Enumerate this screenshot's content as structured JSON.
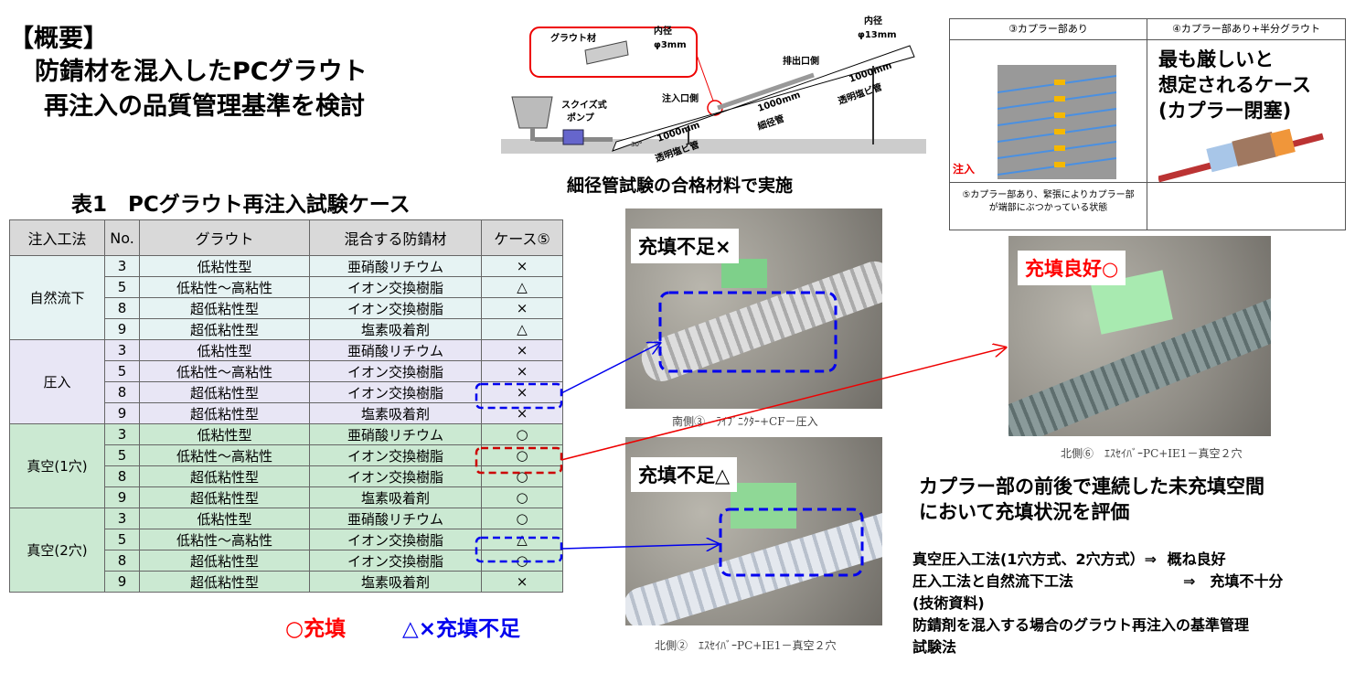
{
  "header": {
    "overview": "【概要】",
    "line1": "防錆材を混入したPCグラウト",
    "line2": "再注入の品質管理基準を検討"
  },
  "table": {
    "title": "表1　PCグラウト再注入試験ケース",
    "columns": [
      "注入工法",
      "No.",
      "グラウト",
      "混合する防錆材",
      "ケース⑤"
    ],
    "groups": [
      {
        "method": "自然流下",
        "rows": [
          [
            "3",
            "低粘性型",
            "亜硝酸リチウム",
            "×"
          ],
          [
            "5",
            "低粘性～高粘性",
            "イオン交換樹脂",
            "△"
          ],
          [
            "8",
            "超低粘性型",
            "イオン交換樹脂",
            "×"
          ],
          [
            "9",
            "超低粘性型",
            "塩素吸着剤",
            "△"
          ]
        ]
      },
      {
        "method": "圧入",
        "rows": [
          [
            "3",
            "低粘性型",
            "亜硝酸リチウム",
            "×"
          ],
          [
            "5",
            "低粘性～高粘性",
            "イオン交換樹脂",
            "×"
          ],
          [
            "8",
            "超低粘性型",
            "イオン交換樹脂",
            "×"
          ],
          [
            "9",
            "超低粘性型",
            "塩素吸着剤",
            "×"
          ]
        ]
      },
      {
        "method": "真空(1穴)",
        "rows": [
          [
            "3",
            "低粘性型",
            "亜硝酸リチウム",
            "○"
          ],
          [
            "5",
            "低粘性～高粘性",
            "イオン交換樹脂",
            "○"
          ],
          [
            "8",
            "超低粘性型",
            "イオン交換樹脂",
            "○"
          ],
          [
            "9",
            "超低粘性型",
            "塩素吸着剤",
            "○"
          ]
        ]
      },
      {
        "method": "真空(2穴)",
        "rows": [
          [
            "3",
            "低粘性型",
            "亜硝酸リチウム",
            "○"
          ],
          [
            "5",
            "低粘性～高粘性",
            "イオン交換樹脂",
            "△"
          ],
          [
            "8",
            "超低粘性型",
            "イオン交換樹脂",
            "○"
          ],
          [
            "9",
            "超低粘性型",
            "塩素吸着剤",
            "×"
          ]
        ]
      }
    ]
  },
  "legend": {
    "filled": "○充填",
    "insufficient": "△×充填不足"
  },
  "diagram": {
    "grout": "グラウト材",
    "inner3": "内径",
    "phi3": "φ3mm",
    "inner13": "内径",
    "phi13": "φ13mm",
    "outlet": "排出口側",
    "inlet": "注入口側",
    "pump1": "スクイズ式",
    "pump2": "ポンプ",
    "len1": "1000mm",
    "len2": "1000mm",
    "len3": "1000mm",
    "clear1": "透明塩ビ管",
    "thin": "細径管",
    "clear2": "透明塩ビ管",
    "angle": "30°",
    "caption": "細径管試験の合格材料で実施"
  },
  "coupler": {
    "h3": "③カプラー部あり",
    "h4": "④カプラー部あり+半分グラウト",
    "inject": "注入",
    "severe": "最も厳しいと\n想定されるケース\n(カプラー閉塞)",
    "c5": "⑤カプラー部あり、緊張によりカプラー部\nが端部にぶつかっている状態"
  },
  "photos": [
    {
      "label": "充填不足×",
      "caption": "南側③　ﾗｲﾌﾞﾆｸﾀｰ+CF－圧入"
    },
    {
      "label": "充填不足△",
      "caption": "北側②　ｴｽｾｲﾊﾞｰPC+IE1－真空２穴"
    },
    {
      "label": "充填良好○",
      "caption": "北側⑥　ｴｽｾｲﾊﾞｰPC+IE1－真空２穴"
    }
  ],
  "summary": {
    "main": "カプラー部の前後で連続した未充填空間\nにおいて充填状況を評価",
    "l1a": "真空圧入工法(1穴方式、2穴方式）⇒",
    "l1b": "概ね良好",
    "l2a": "圧入工法と自然流下工法",
    "l2b": "⇒　充填不十分",
    "l3": "(技術資料)",
    "l4": "防錆剤を混入する場合のグラウト再注入の基準管理\n試験法"
  },
  "colors": {
    "red": "#ff0000",
    "blue": "#0000ee",
    "green": "#cbe9d2"
  }
}
